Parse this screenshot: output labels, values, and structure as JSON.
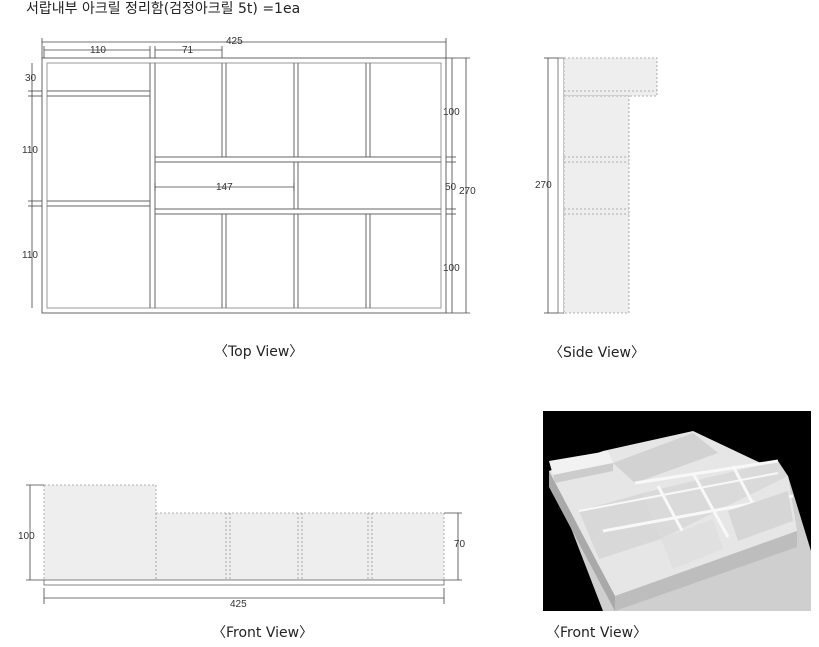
{
  "title": "서랍내부 아크릴 정리함(검정아크릴 5t) =1ea",
  "captions": {
    "top": "〈Top View〉",
    "side": "〈Side View〉",
    "front": "〈Front View〉",
    "render": "〈Front View〉"
  },
  "top_view": {
    "overall_width": "425",
    "col1_width": "110",
    "col2_width": "71",
    "left_top": "30",
    "left_mid": "110",
    "left_bottom": "110",
    "right_top": "100",
    "right_mid": "50",
    "right_bottom": "100",
    "overall_depth": "270",
    "inner_width": "147"
  },
  "side_view": {
    "overall_depth": "270"
  },
  "front_view": {
    "height_high": "100",
    "height_low": "70",
    "overall_width": "425"
  },
  "colors": {
    "line": "#555555",
    "fill": "#eeeeee",
    "render_bg": "#000000"
  }
}
